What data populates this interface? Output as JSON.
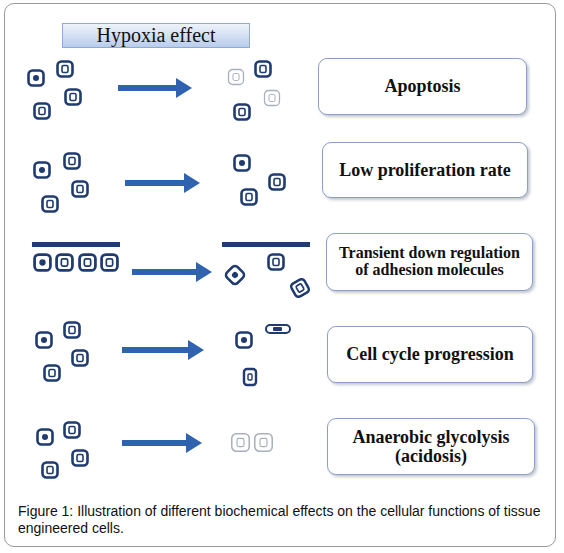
{
  "diagram": {
    "title": "Hypoxia effect",
    "caption": "Figure 1: Illustration of different biochemical effects on the cellular functions of tissue engineered cells.",
    "nodes": [
      {
        "text": [
          "Apoptosis"
        ]
      },
      {
        "text": [
          "Low proliferation rate"
        ]
      },
      {
        "text": [
          "Transient down regulation of adhesion molecules"
        ]
      },
      {
        "text": [
          "Cell cycle progression"
        ]
      },
      {
        "text": [
          "Anaerobic glycolysis (acidosis)"
        ]
      }
    ]
  }
}
